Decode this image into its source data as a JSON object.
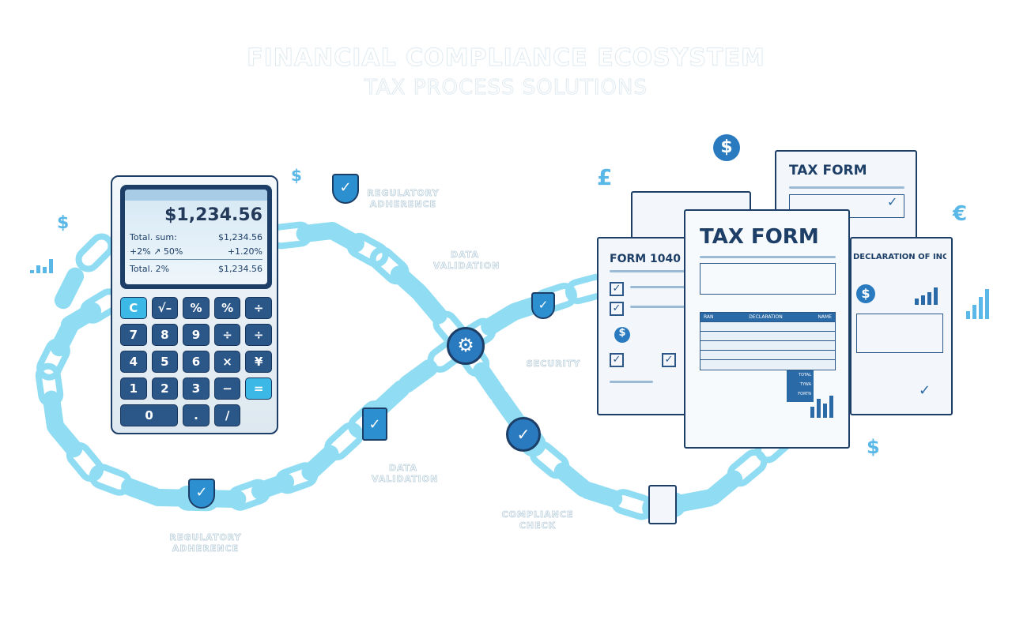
{
  "header": {
    "title": "FINANCIAL COMPLIANCE ECOSYSTEM",
    "subtitle": "TAX PROCESS SOLUTIONS"
  },
  "calculator": {
    "display_main": "$1,234.56",
    "rows": [
      [
        "Total. sum:",
        "$1,234.56"
      ],
      [
        "+2%  ↗ 50%",
        "+1.20%"
      ],
      [
        "Total. 2%",
        "$1,234.56"
      ]
    ],
    "keys": [
      "C",
      "√–",
      "%",
      "%",
      "÷",
      "7",
      "8",
      "9",
      "÷",
      "÷",
      "4",
      "5",
      "6",
      "×",
      "¥",
      "1",
      "2",
      "3",
      "−",
      "=",
      "0",
      ".",
      "/"
    ]
  },
  "labels": {
    "reg1": "REGULATORY ADHERENCE",
    "dv1": "DATA VALIDATION",
    "security": "SECURITY",
    "dv2": "DATA VALIDATION",
    "compliance": "COMPLIANCE CHECK",
    "reg2": "REGULATORY ADHERENCE"
  },
  "documents": {
    "form1040": "FORM 1040",
    "main_title": "TAX FORM",
    "back_title": "TAX FORM",
    "declaration": "DECLARATION OF INCOME",
    "table_headers": [
      "RAN",
      "DECLARATION",
      "NAME"
    ],
    "totals": [
      "TOTAL",
      "TYWA",
      "FORTN"
    ]
  },
  "symbols": {
    "dollar": "$",
    "pound": "£",
    "euro": "€",
    "check": "✓"
  },
  "colors": {
    "chain": "#8fdcf3",
    "navy": "#1d3e66",
    "accent": "#2a7ac0"
  }
}
